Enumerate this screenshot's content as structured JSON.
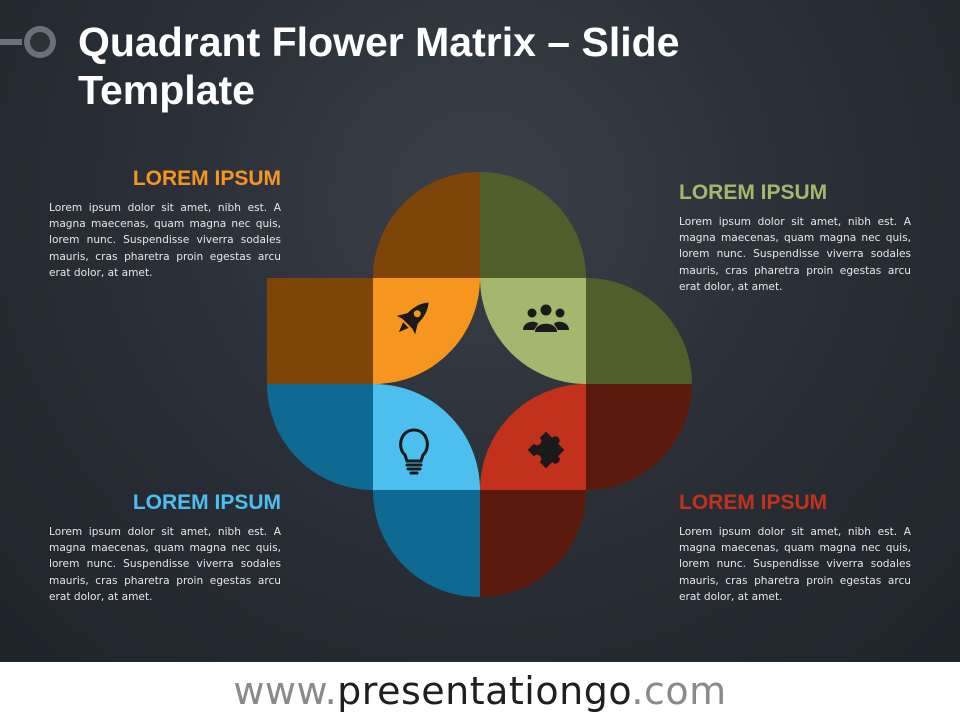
{
  "title": "Quadrant Flower Matrix – Slide Template",
  "colors": {
    "orange_dark": "#7f4407",
    "orange_light": "#f7961f",
    "green_dark": "#4f5e2b",
    "green_light": "#a3b86c",
    "blue_dark": "#0e6a92",
    "blue_light": "#4cbfef",
    "red_dark": "#5c1a0d",
    "red_light": "#c2311b"
  },
  "quadrants": [
    {
      "id": "top-left",
      "heading": "LOREM IPSUM",
      "color": "#f7961f",
      "text": "Lorem ipsum dolor sit amet, nibh est. A magna maecenas, quam magna nec quis, lorem nunc. Suspendisse viverra sodales mauris, cras pharetra proin egestas arcu erat dolor, at amet.",
      "icon": "rocket-icon"
    },
    {
      "id": "top-right",
      "heading": "LOREM IPSUM",
      "color": "#a3b86c",
      "text": "Lorem ipsum dolor sit amet, nibh est. A magna maecenas, quam magna nec quis, lorem nunc. Suspendisse viverra sodales mauris, cras pharetra proin egestas arcu erat dolor, at amet.",
      "icon": "people-icon"
    },
    {
      "id": "bottom-left",
      "heading": "LOREM IPSUM",
      "color": "#4cbfef",
      "text": "Lorem ipsum dolor sit amet, nibh est. A magna maecenas, quam magna nec quis, lorem nunc. Suspendisse viverra sodales mauris, cras pharetra proin egestas arcu erat dolor, at amet.",
      "icon": "lightbulb-icon"
    },
    {
      "id": "bottom-right",
      "heading": "LOREM IPSUM",
      "color": "#c2311b",
      "text": "Lorem ipsum dolor sit amet, nibh est. A magna maecenas, quam magna nec quis, lorem nunc. Suspendisse viverra sodales mauris, cras pharetra proin egestas arcu erat dolor, at amet.",
      "icon": "puzzle-icon"
    }
  ],
  "footer": {
    "prefix": "www.",
    "domain": "presentationgo",
    "suffix": ".com"
  }
}
